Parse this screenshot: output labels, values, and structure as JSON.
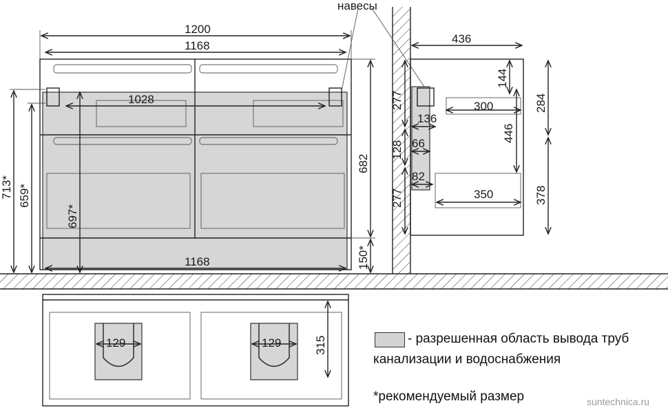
{
  "labels": {
    "hinges": "навесы",
    "d1200": "1200",
    "d1168_top": "1168",
    "d1028": "1028",
    "d1168_bottom": "1168",
    "d713": "713*",
    "d659": "659*",
    "d697": "697*",
    "d682": "682",
    "d150": "150*",
    "d436": "436",
    "d144": "144",
    "d284": "284",
    "d277_top": "277",
    "d136": "136",
    "d300": "300",
    "d446": "446",
    "d128": "128",
    "d66": "66",
    "d82": "82",
    "d277_bottom": "277",
    "d350": "350",
    "d378": "378",
    "d129_left": "129",
    "d129_right": "129",
    "d315": "315"
  },
  "legend": {
    "line1": "- разрешенная область вывода труб",
    "line2": "канализации и водоснабжения",
    "footnote": "*рекомендуемый размер",
    "swatch_color": "#d3d3d3"
  },
  "watermark": "suntechnica.ru"
}
